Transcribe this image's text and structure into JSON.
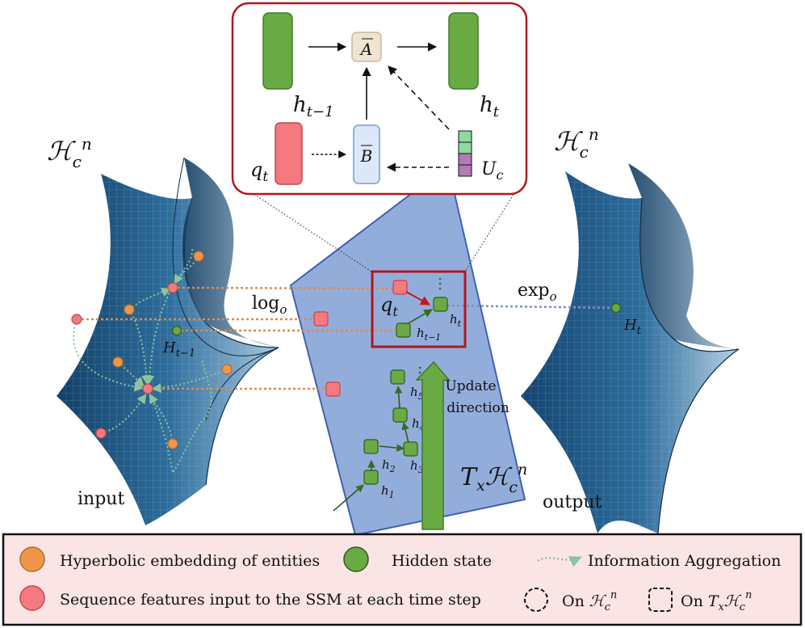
{
  "surfaces": {
    "left_label_main": "ℋ",
    "left_label_sub": "c",
    "left_label_sup": "n",
    "right_label_main": "ℋ",
    "right_label_sub": "c",
    "right_label_sup": "n",
    "input_label": "input",
    "output_label": "output",
    "H_t_prev_main": "H",
    "H_t_prev_sub": "t−1",
    "H_t_main": "H",
    "H_t_sub": "t"
  },
  "ssm_box": {
    "h_prev_main": "h",
    "h_prev_sub": "t−1",
    "h_t_main": "h",
    "h_t_sub": "t",
    "A_label": "A",
    "B_label": "B",
    "q_main": "q",
    "q_sub": "t",
    "U_main": "U",
    "U_sub": "c"
  },
  "tangent": {
    "log_main": "log",
    "log_sub": "o",
    "exp_main": "exp",
    "exp_sub": "o",
    "q_main": "q",
    "q_sub": "t",
    "ht_main": "h",
    "ht_sub": "t",
    "htm1_main": "h",
    "htm1_sub": "t−1",
    "h1_main": "h",
    "h1_sub": "1",
    "h2_main": "h",
    "h2_sub": "2",
    "h3_main": "h",
    "h3_sub": "3",
    "h4_main": "h",
    "h4_sub": "4",
    "h5_main": "h",
    "h5_sub": "5",
    "update_line1": "Update",
    "update_line2": "direction",
    "space_T": "T",
    "space_x": "x",
    "space_H": "ℋ",
    "space_c": "c",
    "space_n": "n"
  },
  "legend": {
    "orange_text": "Hyperbolic embedding of entities",
    "red_text": "Sequence features input to the SSM at each time step",
    "green_text": "Hidden state",
    "arrow_text": "Information Aggregation",
    "on_h_prefix": "On ",
    "on_h_main": "ℋ",
    "on_h_sub": "c",
    "on_h_sup": "n",
    "on_t_prefix": "On ",
    "on_t_T": "T",
    "on_t_x": "x",
    "on_t_H": "ℋ",
    "on_t_c": "c",
    "on_t_n": "n"
  },
  "colors": {
    "orange": "#f0964a",
    "red": "#f47a7f",
    "green": "#6aaa44",
    "dark_red": "#b0171f",
    "tangent_blue": "#8aa6d8",
    "legend_bg": "#fbe4e4",
    "surface_blue": "#2c6a9a"
  }
}
